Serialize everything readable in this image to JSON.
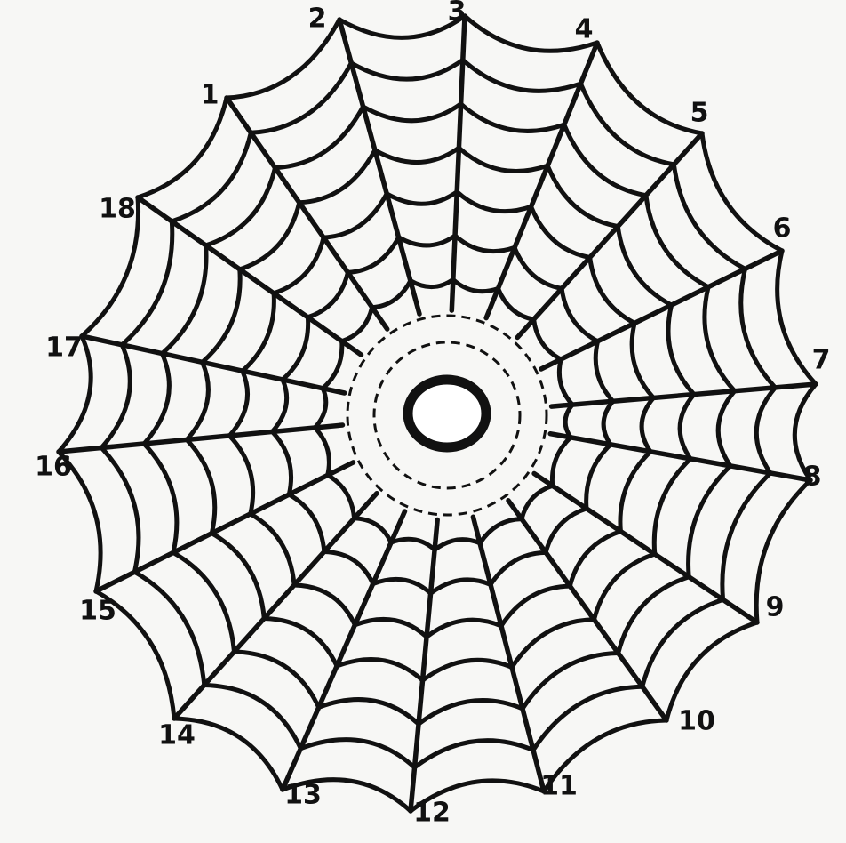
{
  "web": {
    "radial_labels": [
      "1",
      "2",
      "3",
      "4",
      "5",
      "6",
      "7",
      "8",
      "9",
      "10",
      "11",
      "12",
      "13",
      "14",
      "15",
      "16",
      "17",
      "18"
    ]
  }
}
